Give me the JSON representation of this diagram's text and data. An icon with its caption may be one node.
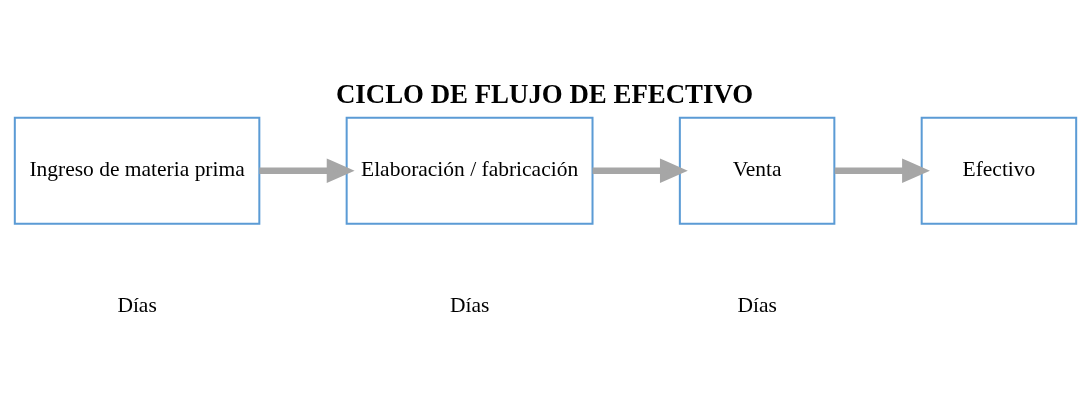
{
  "diagram": {
    "title": "CICLO DE FLUJO DE EFECTIVO",
    "nodes": [
      {
        "text": [
          "Ingreso de materia prima"
        ]
      },
      {
        "text": [
          "Elaboración / fabricación"
        ]
      },
      {
        "text": [
          "Venta"
        ]
      },
      {
        "text": [
          "Efectivo"
        ]
      }
    ],
    "edges": [
      {
        "from": 0,
        "to": 1,
        "arrow": "to"
      },
      {
        "from": 1,
        "to": 2,
        "arrow": "to"
      },
      {
        "from": 2,
        "to": 3,
        "arrow": "to"
      }
    ],
    "labels": [
      "Días",
      "Días",
      "Días"
    ]
  }
}
